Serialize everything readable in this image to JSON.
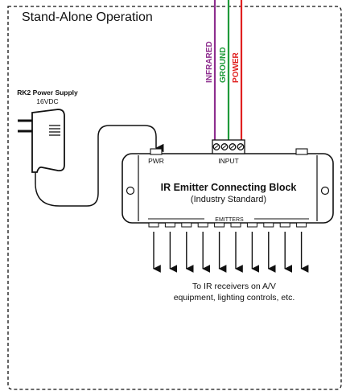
{
  "frame": {
    "title": "Stand-Alone Operation"
  },
  "power_supply": {
    "name": "RK2 Power Supply",
    "voltage": "16VDC"
  },
  "wires": [
    {
      "label": "INFRARED",
      "color": "#8e2f8f"
    },
    {
      "label": "GROUND",
      "color": "#1f9a3a"
    },
    {
      "label": "POWER",
      "color": "#e02020"
    }
  ],
  "block": {
    "title": "IR Emitter Connecting Block",
    "subtitle": "(Industry Standard)",
    "pwr_label": "PWR",
    "input_label": "INPUT",
    "emitters_label": "EMITTERS",
    "emitter_count": 10
  },
  "caption": {
    "line1": "To IR receivers on A/V",
    "line2": "equipment, lighting controls, etc."
  }
}
